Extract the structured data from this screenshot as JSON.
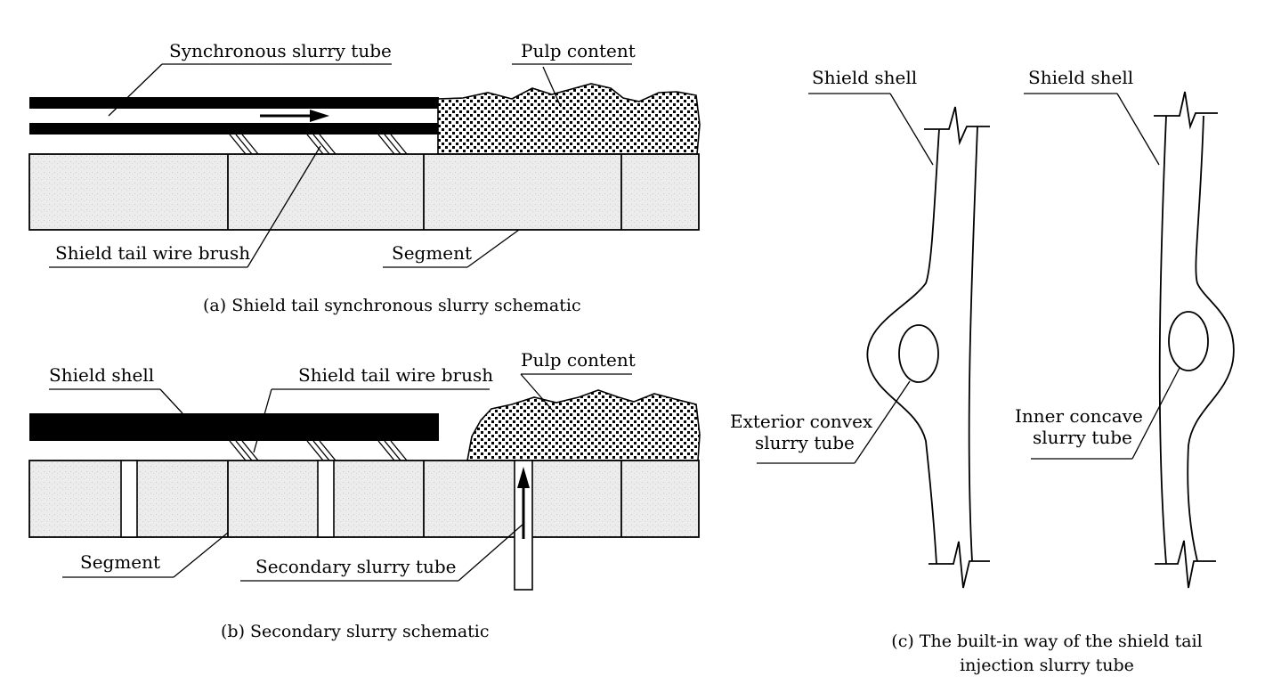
{
  "panel_a": {
    "caption": "(a) Shield tail synchronous slurry schematic",
    "labels": {
      "synchronous_slurry_tube": "Synchronous slurry tube",
      "pulp_content": "Pulp content",
      "shield_tail_wire_brush": "Shield tail wire brush",
      "segment": "Segment"
    }
  },
  "panel_b": {
    "caption": "(b) Secondary slurry schematic",
    "labels": {
      "shield_shell": "Shield shell",
      "shield_tail_wire_brush": "Shield tail wire brush",
      "pulp_content": "Pulp content",
      "segment": "Segment",
      "secondary_slurry_tube": "Secondary slurry tube"
    }
  },
  "panel_c": {
    "caption_line1": "(c) The built-in way of the shield tail",
    "caption_line2": "injection slurry tube",
    "left": {
      "shield_shell": "Shield shell",
      "tube_line1": "Exterior convex",
      "tube_line2": "slurry tube"
    },
    "right": {
      "shield_shell": "Shield shell",
      "tube_line1": "Inner concave",
      "tube_line2": "slurry tube"
    }
  },
  "colors": {
    "ink": "#000000",
    "segment_fill": "#ececec",
    "background": "#ffffff"
  }
}
